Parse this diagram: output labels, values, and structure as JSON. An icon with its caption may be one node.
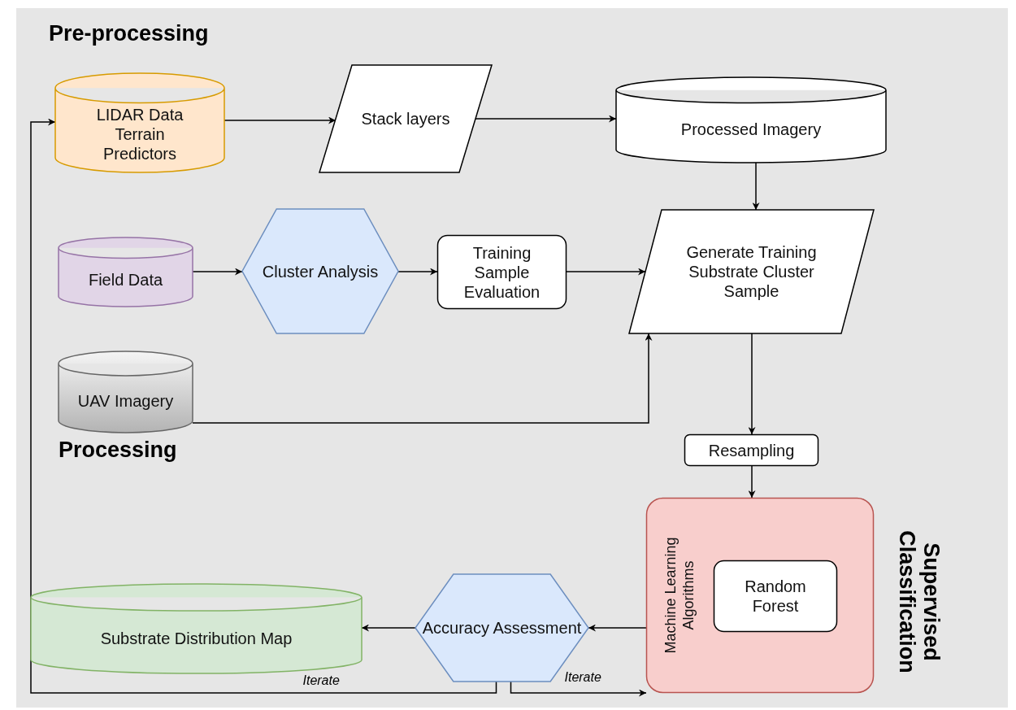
{
  "diagram": {
    "nodes": [
      {
        "text": [
          "LIDAR Data Terrain Predictors"
        ]
      },
      {
        "text": [
          "Stack layers"
        ]
      },
      {
        "text": [
          "Processed Imagery"
        ]
      },
      {
        "text": [
          "Field Data"
        ]
      },
      {
        "text": [
          "Cluster Analysis"
        ]
      },
      {
        "text": [
          "Training Sample Evaluation"
        ]
      },
      {
        "text": [
          "Generate Training Substrate Cluster Sample"
        ]
      },
      {
        "text": [
          "UAV Imagery"
        ]
      },
      {
        "text": [
          "Resampling"
        ]
      },
      {
        "text": [
          "Machine Learning Algorithms"
        ]
      },
      {
        "text": [
          "Random Forest"
        ],
        "in": 9
      },
      {
        "text": [
          "Accuracy Assessment"
        ]
      },
      {
        "text": [
          "Substrate Distribution Map"
        ]
      }
    ],
    "edges": [
      {
        "from": 0,
        "to": 1,
        "arrow": "to"
      },
      {
        "from": 1,
        "to": 2,
        "arrow": "to"
      },
      {
        "from": 2,
        "to": 6,
        "arrow": "to"
      },
      {
        "from": 3,
        "to": 4,
        "arrow": "to"
      },
      {
        "from": 4,
        "to": 5,
        "arrow": "to"
      },
      {
        "from": 5,
        "to": 6,
        "arrow": "to"
      },
      {
        "from": 7,
        "to": 6,
        "arrow": "to"
      },
      {
        "from": 6,
        "to": 8,
        "arrow": "to"
      },
      {
        "from": 8,
        "to": 9,
        "arrow": "to"
      },
      {
        "from": 9,
        "to": 11,
        "arrow": "to"
      },
      {
        "from": 11,
        "to": 12,
        "arrow": "to"
      },
      {
        "from": 11,
        "to": 0,
        "arrow": "to",
        "label": "Iterate"
      },
      {
        "from": 11,
        "to": 9,
        "arrow": "to",
        "label": "Iterate"
      }
    ],
    "labels": [
      "Pre-processing",
      "Processing",
      "Supervised Classification"
    ]
  }
}
